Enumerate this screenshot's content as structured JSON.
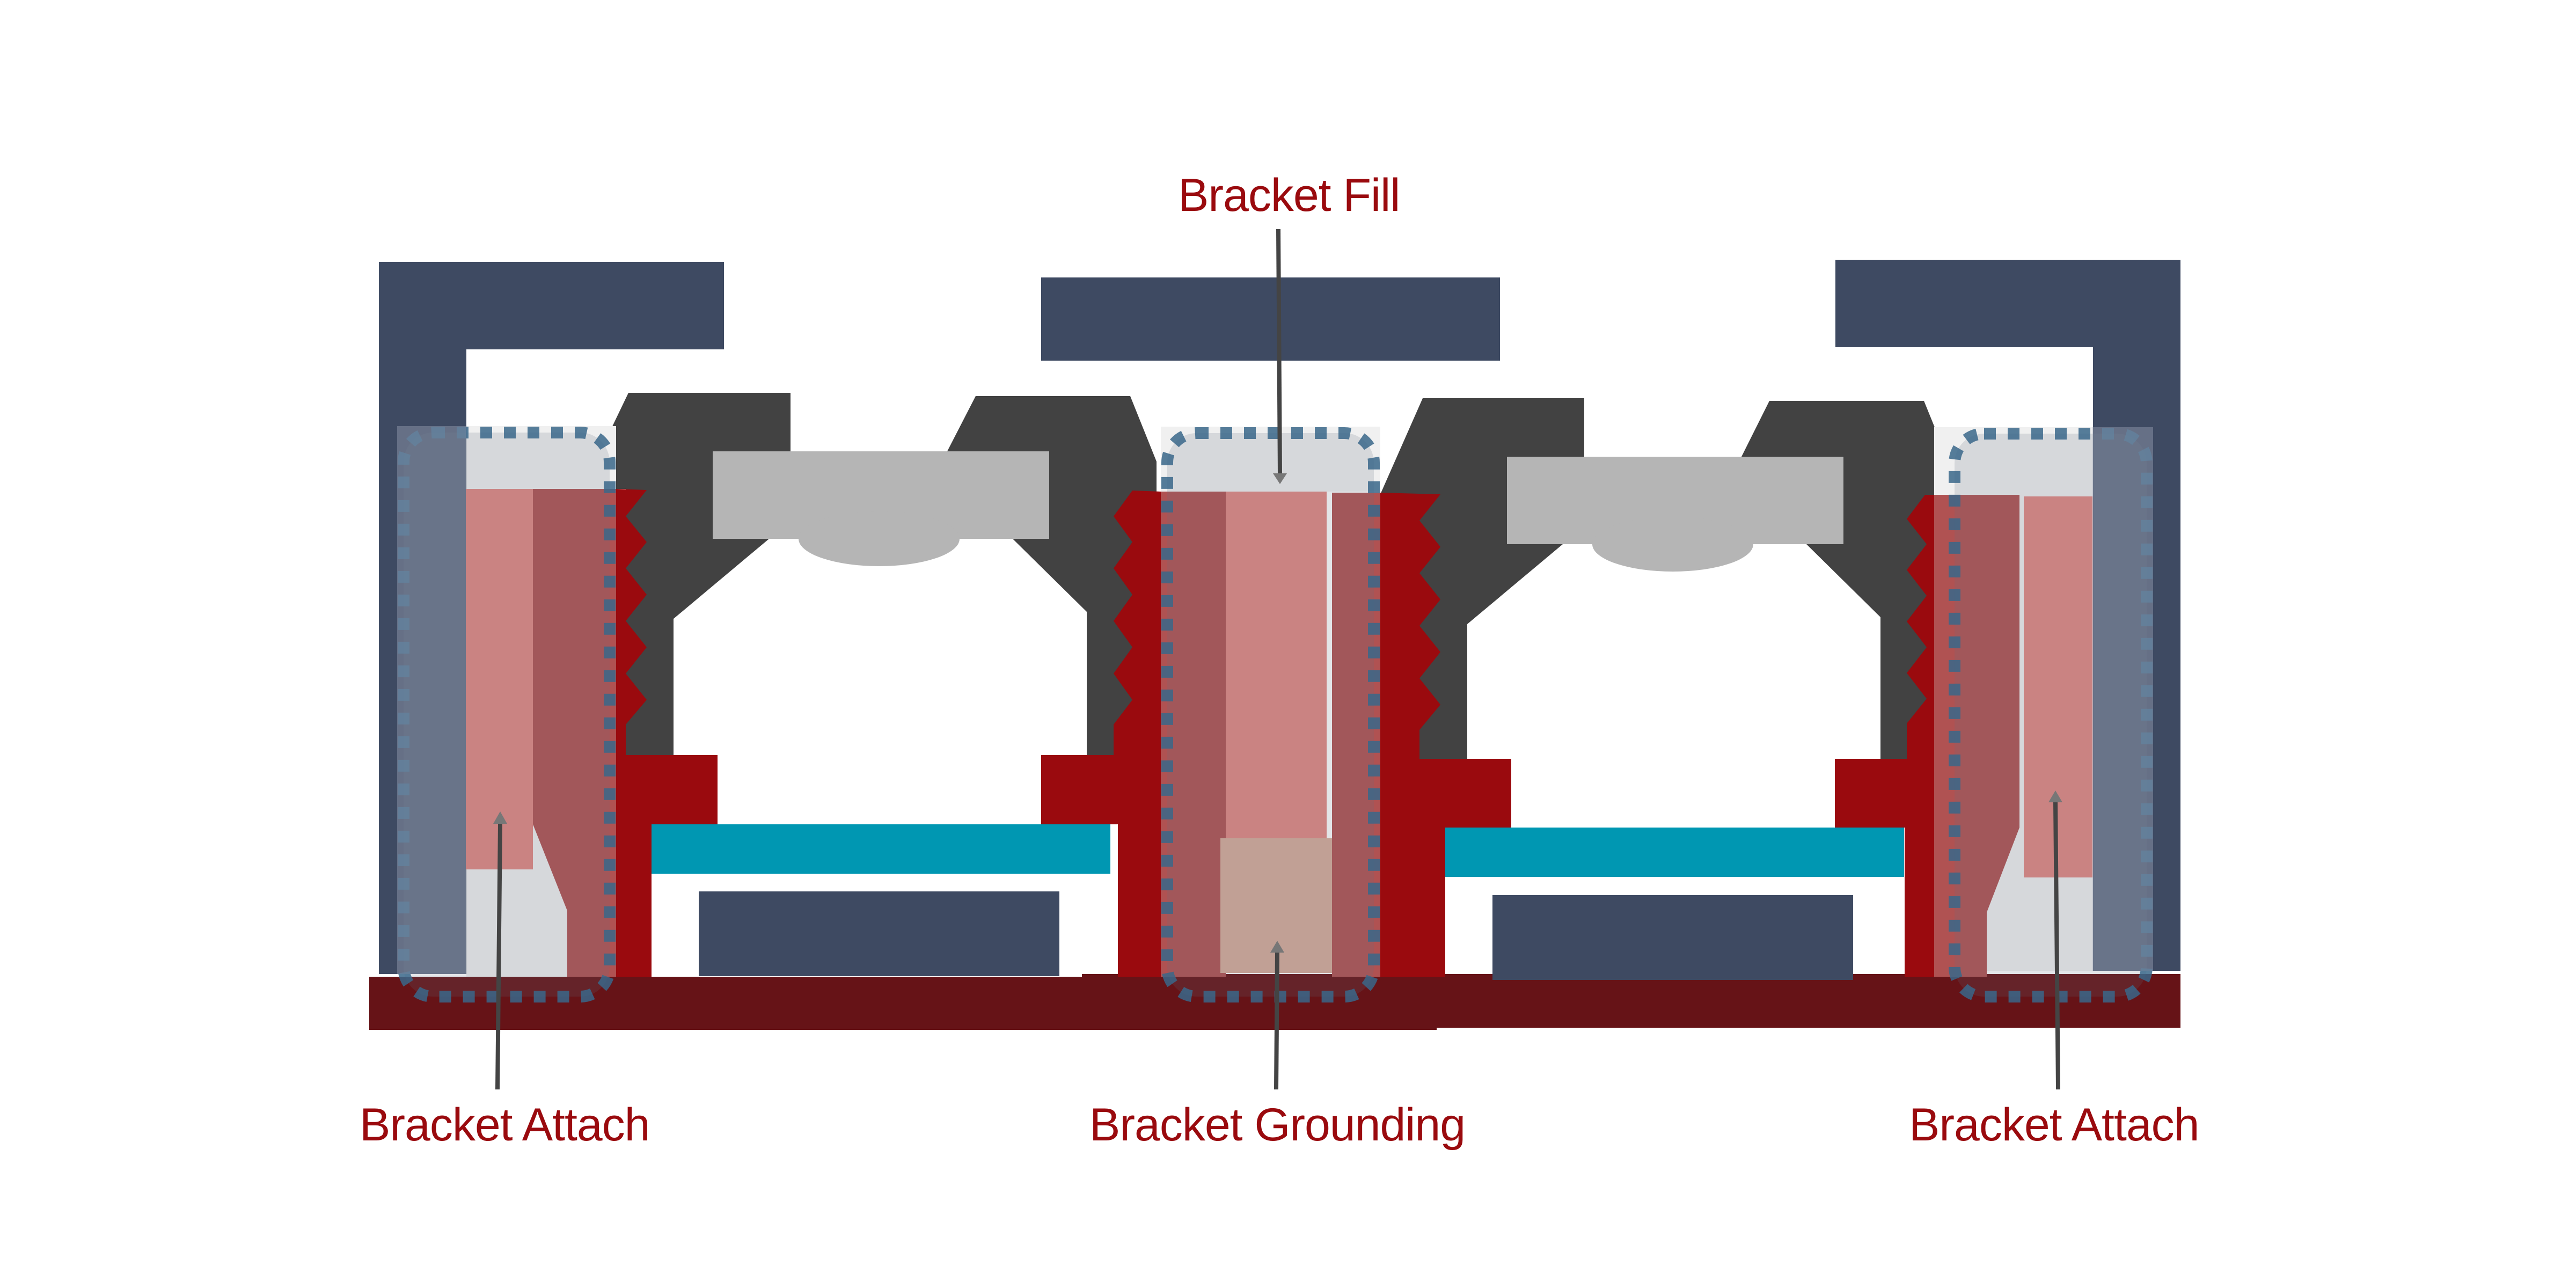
{
  "diagram": {
    "title": "Bracket cross-section",
    "labels": {
      "bracket_fill": "Bracket Fill",
      "bracket_attach_left": "Bracket Attach",
      "bracket_grounding": "Bracket Grounding",
      "bracket_attach_right": "Bracket Attach"
    },
    "colors": {
      "label_text": "#9a0a0e",
      "navy_frame": "#3e4a62",
      "housing_dark": "#424242",
      "cap_gray": "#b5b5b5",
      "thread_red": "#9a0a0e",
      "bracket_dark_pink": "#b05252",
      "bracket_pink": "#e18883",
      "grounding_tan": "#d6ab9a",
      "teal_layer": "#0097b2",
      "base_maroon": "#661317",
      "zone_fill": "#f0f0f0",
      "zone_dash_light": "#b8ddee",
      "zone_dash_dark": "#3a6789",
      "leader_line": "#444444",
      "arrow_head": "#777777"
    },
    "zones": [
      "bracket-attach-left",
      "bracket-grounding-center",
      "bracket-attach-right"
    ]
  }
}
